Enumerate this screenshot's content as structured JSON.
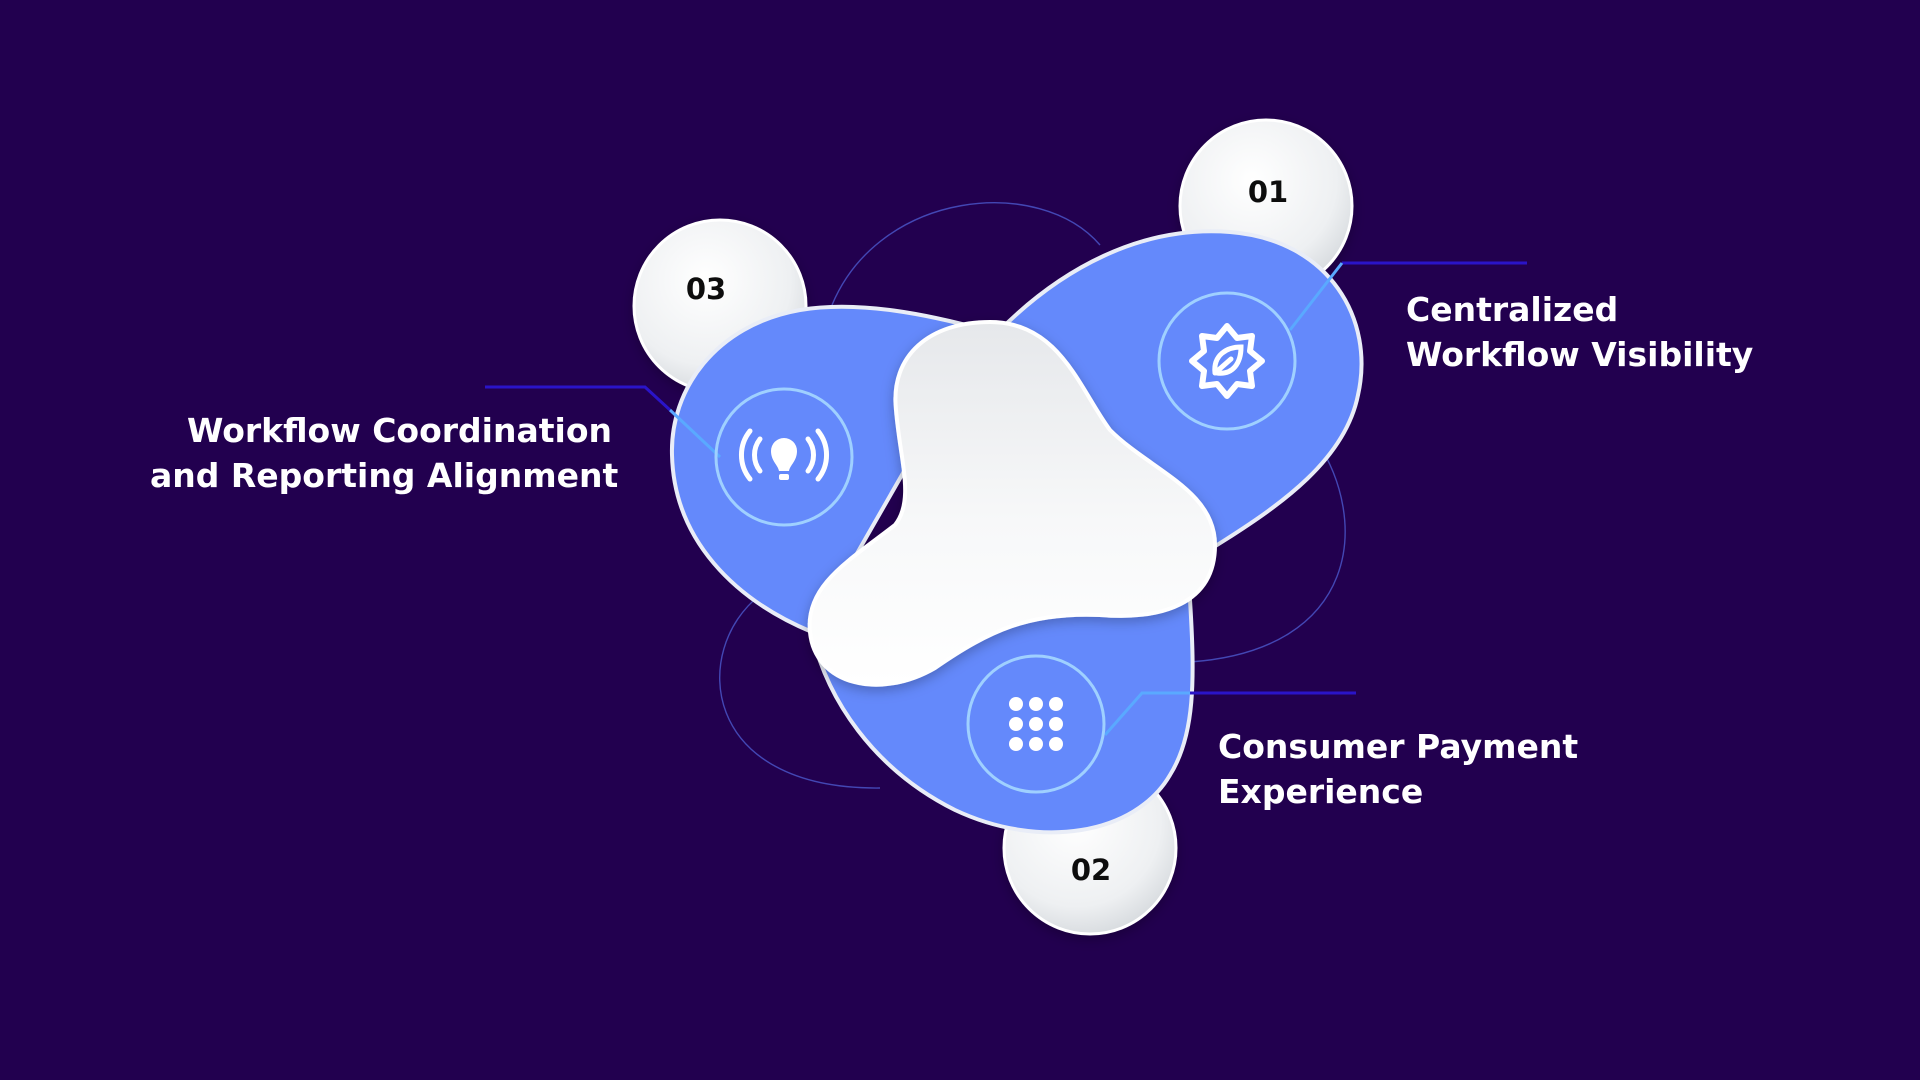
{
  "diagram": {
    "colors": {
      "background": "#22004f",
      "petal": "#6489fb",
      "connector_light": "#5aa9ff",
      "connector_dark": "#2a14c8",
      "icon_ring": "#9fd0ff",
      "icon": "#ffffff"
    },
    "steps": [
      {
        "number": "01",
        "title_line1": "Centralized",
        "title_line2": "Workflow Visibility",
        "icon": "leaf-badge-icon"
      },
      {
        "number": "02",
        "title_line1": "Consumer Payment",
        "title_line2": "Experience",
        "icon": "grid-dots-icon"
      },
      {
        "number": "03",
        "title_line1": "Workflow Coordination",
        "title_line2": "and Reporting Alignment",
        "icon": "lightbulb-broadcast-icon"
      }
    ]
  }
}
